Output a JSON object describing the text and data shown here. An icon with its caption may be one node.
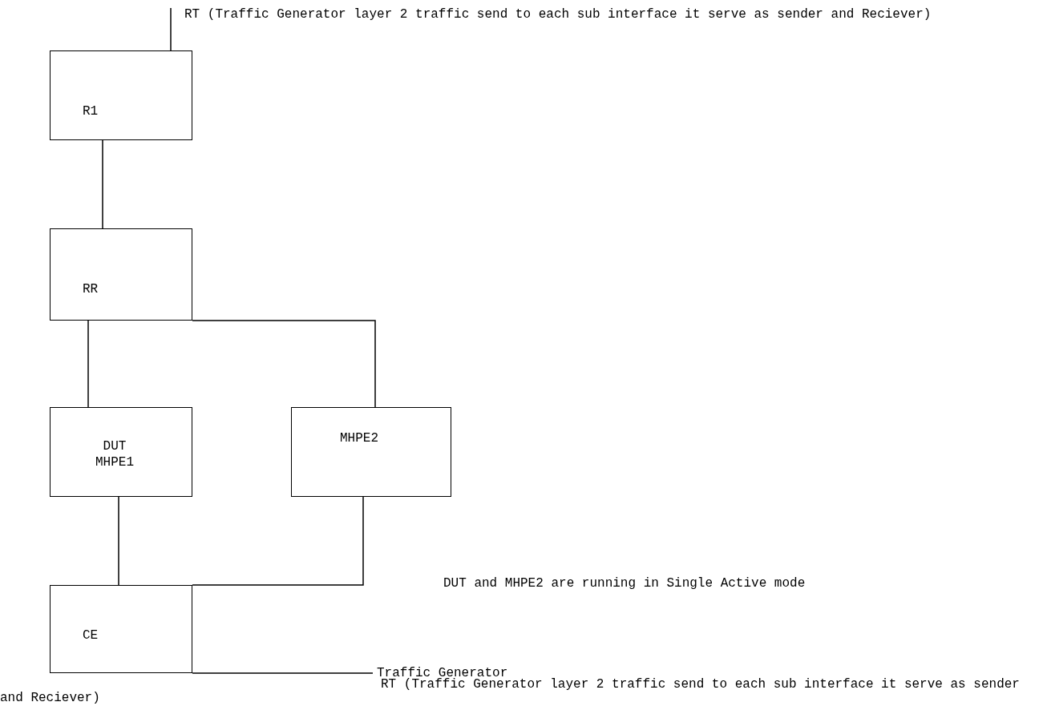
{
  "diagram": {
    "nodes": [
      {
        "text": [
          "RT (Traffic Generator layer 2 traffic send to each sub interface it serve as sender and Reciever)"
        ]
      },
      {
        "text": [
          "R1"
        ]
      },
      {
        "text": [
          "RR"
        ]
      },
      {
        "text": [
          "DUT MHPE1"
        ]
      },
      {
        "text": [
          "MHPE2"
        ]
      },
      {
        "text": [
          "CE"
        ]
      },
      {
        "text": [
          "Traffic Generator"
        ]
      }
    ],
    "edges": [
      {
        "from": 0,
        "to": 1,
        "arrow": "none"
      },
      {
        "from": 1,
        "to": 2,
        "arrow": "none"
      },
      {
        "from": 2,
        "to": 3,
        "arrow": "none"
      },
      {
        "from": 2,
        "to": 4,
        "arrow": "none"
      },
      {
        "from": 3,
        "to": 5,
        "arrow": "none"
      },
      {
        "from": 4,
        "to": 5,
        "arrow": "none"
      },
      {
        "from": 5,
        "to": 6,
        "arrow": "none"
      }
    ],
    "labels": [
      "DUT and MHPE2 are running in Single Active mode",
      "RT (Traffic Generator layer 2 traffic send to each sub interface it serve as sender and Reciever)"
    ]
  }
}
